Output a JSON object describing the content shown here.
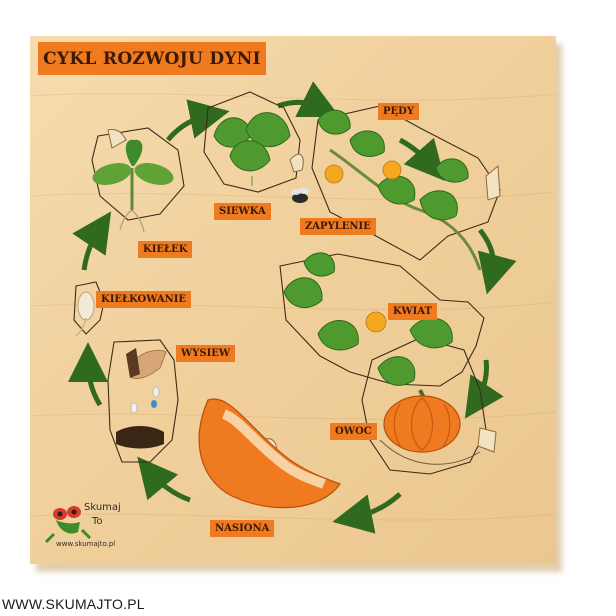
{
  "title": "CYKL ROZWOJU DYNI",
  "stages": {
    "pedy": "PĘDY",
    "siewka": "SIEWKA",
    "zapylenie": "ZAPYLENIE",
    "kielek": "KIEŁEK",
    "kielkowanie": "KIEŁKOWANIE",
    "kwiat": "KWIAT",
    "wysiew": "WYSIEW",
    "owoc": "OWOC",
    "nasiona": "NASIONA"
  },
  "logo": {
    "word1": "Skumaj",
    "word2": "To",
    "url": "www.skumajto.pl"
  },
  "footer": "WWW.SKUMAJTO.PL",
  "colors": {
    "label_bg": "#f07a1f",
    "label_text": "#3a1a05",
    "arrow": "#2f6a1e",
    "board": "#f0d09c"
  }
}
